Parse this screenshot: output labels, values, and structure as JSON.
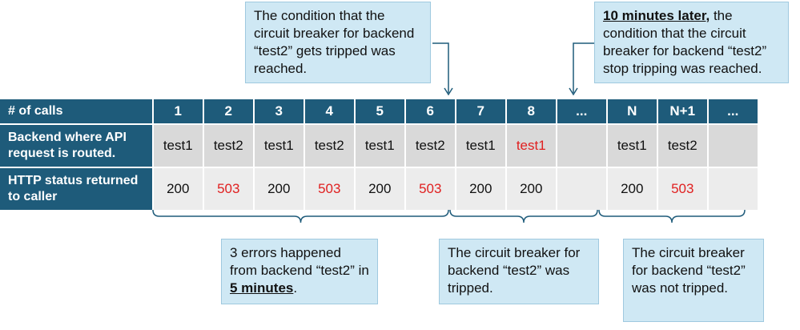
{
  "callouts": {
    "tripped_condition": {
      "text": "The condition that the circuit breaker for backend “test2” gets tripped was reached."
    },
    "stop_condition": {
      "bold": "10 minutes later,",
      "text": " the condition that the circuit breaker for backend “test2” stop tripping was reached."
    },
    "errors": {
      "text1": "3 errors happened from backend “test2” in ",
      "bold": "5 minutes",
      "text2": "."
    },
    "tripped": {
      "text": "The circuit breaker for backend “test2” was tripped."
    },
    "not_tripped": {
      "text": "The circuit breaker for backend “test2” was not tripped."
    }
  },
  "table": {
    "header_label": "# of calls",
    "row_backend_label": "Backend where API request is routed.",
    "row_status_label": "HTTP status returned to caller",
    "columns": [
      {
        "call": "1",
        "backend": "test1",
        "status": "200",
        "backend_red": false,
        "status_red": false
      },
      {
        "call": "2",
        "backend": "test2",
        "status": "503",
        "backend_red": false,
        "status_red": true
      },
      {
        "call": "3",
        "backend": "test1",
        "status": "200",
        "backend_red": false,
        "status_red": false
      },
      {
        "call": "4",
        "backend": "test2",
        "status": "503",
        "backend_red": false,
        "status_red": true
      },
      {
        "call": "5",
        "backend": "test1",
        "status": "200",
        "backend_red": false,
        "status_red": false
      },
      {
        "call": "6",
        "backend": "test2",
        "status": "503",
        "backend_red": false,
        "status_red": true
      },
      {
        "call": "7",
        "backend": "test1",
        "status": "200",
        "backend_red": false,
        "status_red": false
      },
      {
        "call": "8",
        "backend": "test1",
        "status": "200",
        "backend_red": true,
        "status_red": false
      },
      {
        "call": "...",
        "backend": "",
        "status": "",
        "backend_red": false,
        "status_red": false
      },
      {
        "call": "N",
        "backend": "test1",
        "status": "200",
        "backend_red": false,
        "status_red": false
      },
      {
        "call": "N+1",
        "backend": "test2",
        "status": "503",
        "backend_red": false,
        "status_red": true
      },
      {
        "call": "...",
        "backend": "",
        "status": "",
        "backend_red": false,
        "status_red": false
      }
    ]
  },
  "colors": {
    "header_bg": "#1e5b7a",
    "row2_bg": "#d9d9d9",
    "row3_bg": "#ececec",
    "error_red": "#e02020",
    "callout_bg": "#cfe8f4",
    "connector": "#1e5b7a"
  }
}
